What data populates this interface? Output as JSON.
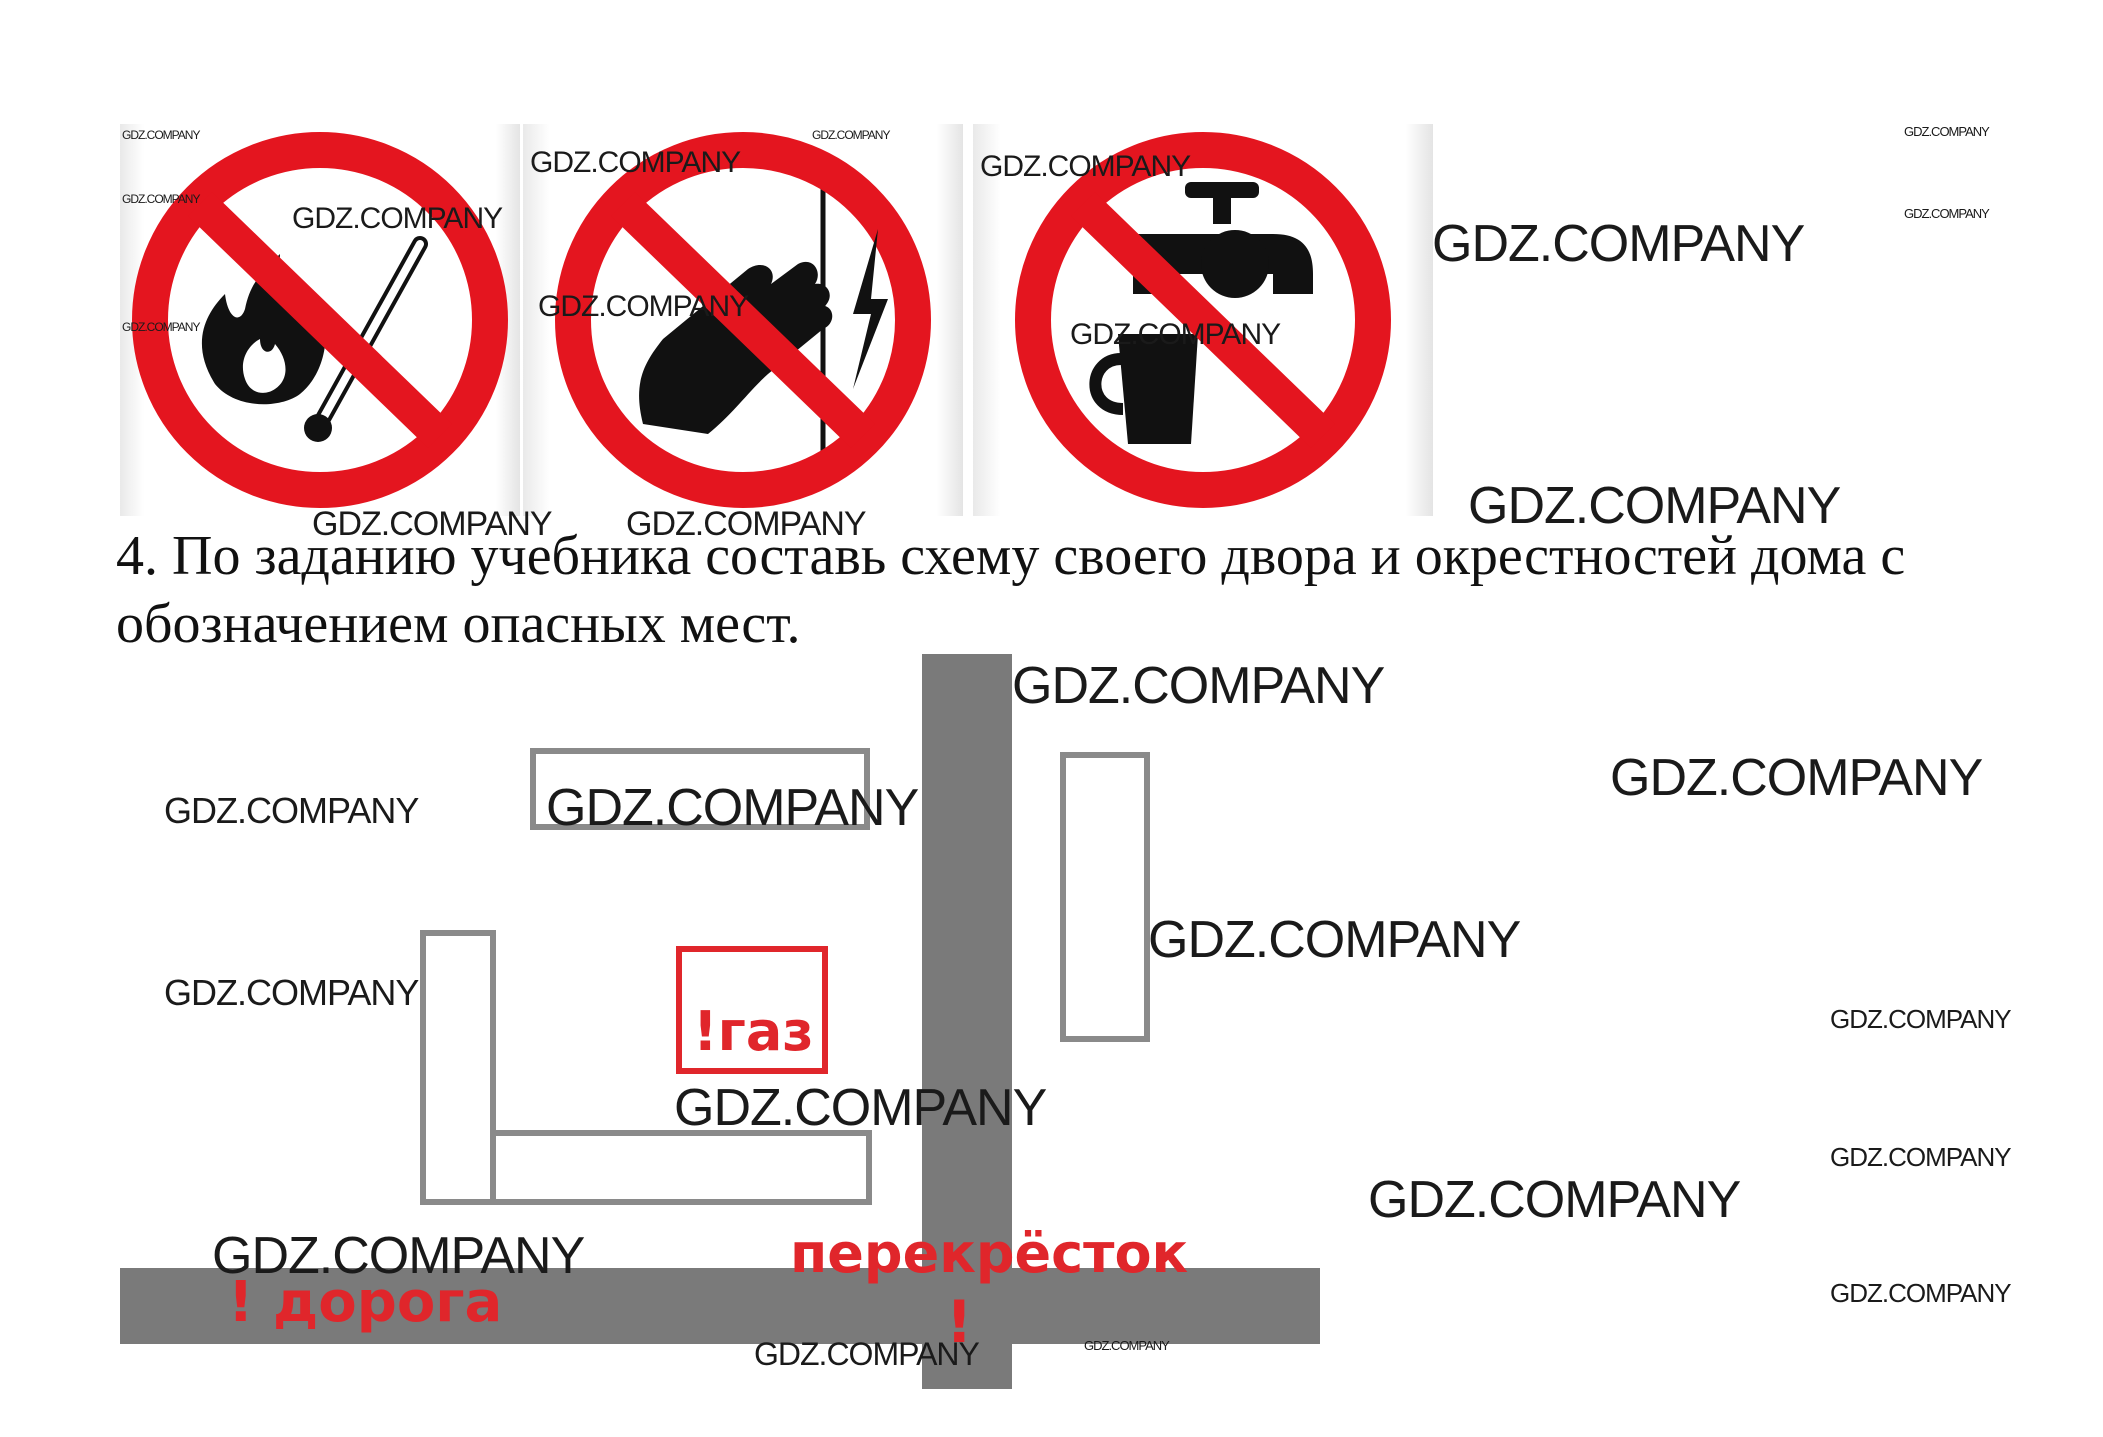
{
  "signs": [
    {
      "icon": "no-open-flame-icon",
      "meaning": "no open fire / smoking",
      "color": "#e4151f"
    },
    {
      "icon": "do-not-touch-electricity-icon",
      "meaning": "do not touch, electrical hazard",
      "color": "#e4151f"
    },
    {
      "icon": "no-drinking-water-icon",
      "meaning": "non-potable water",
      "color": "#e4151f"
    }
  ],
  "task": {
    "text": "4. По заданию учебника составь схему своего двора и окрестностей дома с обозначением опасных мест."
  },
  "map": {
    "danger_gas": "!газ",
    "danger_road": "! дорога",
    "danger_crossing": "перекрёсток",
    "danger_crossing_mark": "!",
    "road_color": "#7a7a7a",
    "danger_color": "#e0262b"
  },
  "watermark": {
    "text": "GDZ.COMPANY"
  }
}
